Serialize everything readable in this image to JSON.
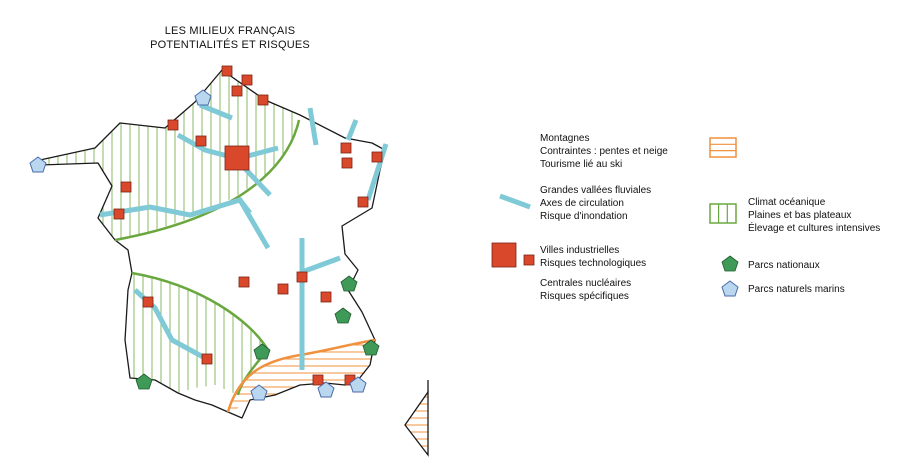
{
  "title": {
    "line1": "LES MILIEUX FRANÇAIS",
    "line2": "POTENTIALITÉS ET RISQUES"
  },
  "colors": {
    "outline": "#1a1a1a",
    "valley": "#7fcad6",
    "green_line": "#6aa83f",
    "hatch_green": "#6aa83f",
    "hatch_orange": "#f0913f",
    "city": "#d9482b",
    "city_stroke": "#7a2414",
    "park": "#3f9a57",
    "marine_park": "#b9d7ef",
    "marine_stroke": "#4a6aa8"
  },
  "legend": {
    "mountains": {
      "line1": "Montagnes",
      "line2": "Contraintes : pentes et neige",
      "line3": "Tourisme lié au ski"
    },
    "valleys": {
      "line1": "Grandes vallées fluviales",
      "line2": "Axes de circulation",
      "line3": "Risque d'inondation"
    },
    "industrial": {
      "line1": "Villes industrielles",
      "line2": "Risques technologiques"
    },
    "nuclear": {
      "line1": "Centrales nucléaires",
      "line2": "Risques spécifiques"
    },
    "oceanic": {
      "line1": "Climat océanique",
      "line2": "Plaines et bas plateaux",
      "line3": "Élevage et cultures intensives"
    },
    "national_parks": "Parcs nationaux",
    "marine_parks": "Parcs naturels marins"
  },
  "map_features": {
    "icons": [
      "industrial-city-square",
      "national-park-pentagon",
      "marine-park-pentagon",
      "valley-line",
      "mountain-hatch",
      "oceanic-hatch"
    ]
  }
}
